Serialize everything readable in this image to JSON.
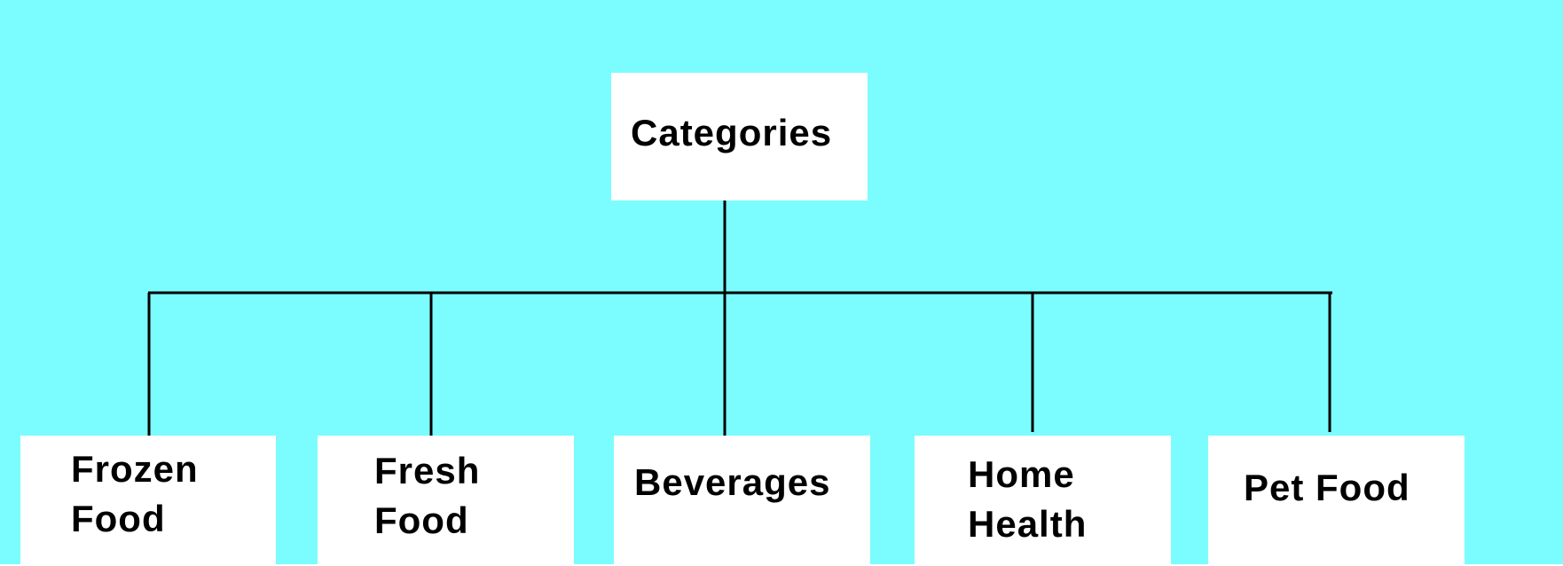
{
  "diagram": {
    "root": {
      "label": "Categories"
    },
    "children": [
      {
        "lines": [
          "Frozen",
          "Food"
        ]
      },
      {
        "lines": [
          "Fresh",
          "Food"
        ]
      },
      {
        "lines": [
          "Beverages"
        ]
      },
      {
        "lines": [
          "Home",
          "Health"
        ]
      },
      {
        "lines": [
          "Pet Food"
        ]
      }
    ]
  },
  "colors": {
    "background": "#7BFDFF",
    "box": "#FFFFFF",
    "line": "#000000",
    "text": "#000000"
  }
}
